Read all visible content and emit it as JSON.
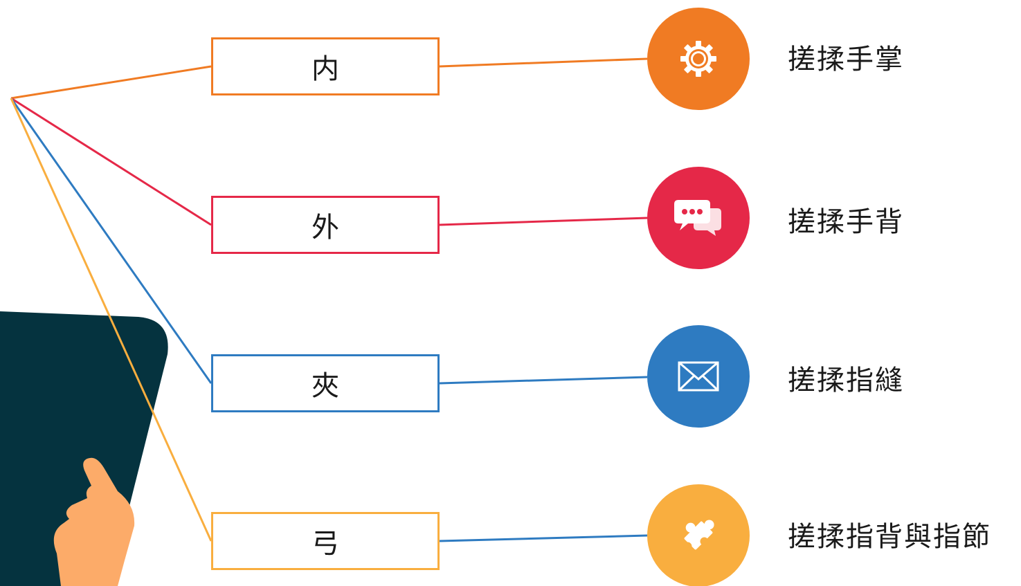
{
  "colors": {
    "orange": "#f07b23",
    "red": "#e52848",
    "blue": "#2e7bc1",
    "yellow": "#f9ae3f",
    "board": "#05333f",
    "skin": "#fcab69"
  },
  "items": [
    {
      "label": "内",
      "icon": "gear-icon",
      "color": "#f07b23",
      "line_color": "#f07b23",
      "description": "搓揉手掌"
    },
    {
      "label": "外",
      "icon": "chat-bubbles-icon",
      "color": "#e52848",
      "line_color": "#e52848",
      "description": "搓揉手背"
    },
    {
      "label": "夾",
      "icon": "envelope-icon",
      "color": "#2e7bc1",
      "line_color": "#2e7bc1",
      "description": "搓揉指縫"
    },
    {
      "label": "弓",
      "icon": "puzzle-icon",
      "color": "#f9ae3f",
      "line_color": "#2e7bc1",
      "description": "搓揉指背與指節"
    }
  ]
}
